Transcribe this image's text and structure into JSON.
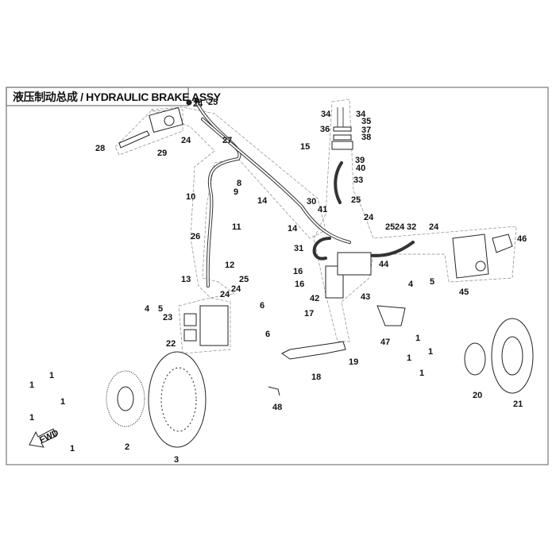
{
  "title": "液压制动总成 / HYDRAULIC BRAKE ASSY",
  "fwd_label": "FWD",
  "callouts": [
    "24",
    "25",
    "24",
    "27",
    "28",
    "29",
    "8",
    "9",
    "10",
    "14",
    "11",
    "26",
    "12",
    "34",
    "34",
    "35",
    "36",
    "37",
    "38",
    "15",
    "39",
    "40",
    "33",
    "30",
    "25",
    "41",
    "24",
    "14",
    "25",
    "24",
    "32",
    "24",
    "46",
    "31",
    "44",
    "16",
    "4",
    "5",
    "16",
    "45",
    "42",
    "43",
    "17",
    "13",
    "25",
    "24",
    "24",
    "6",
    "4",
    "5",
    "23",
    "6",
    "22",
    "1",
    "1",
    "1",
    "1",
    "1",
    "2",
    "3",
    "48",
    "18",
    "19",
    "47",
    "1",
    "1",
    "1",
    "1",
    "20",
    "21"
  ]
}
